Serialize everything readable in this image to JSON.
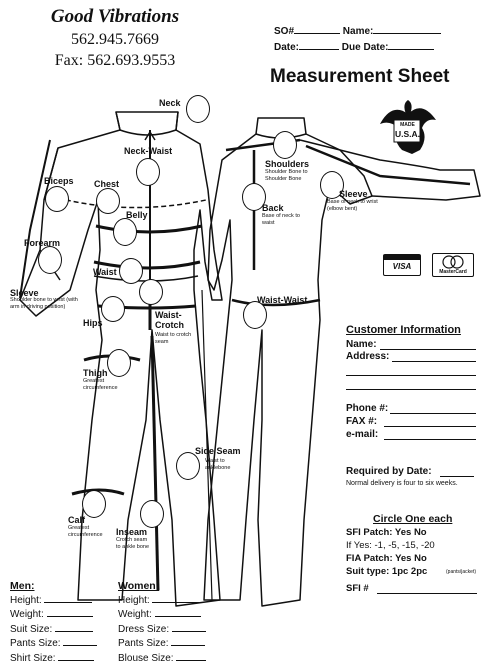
{
  "company": {
    "name": "Good Vibrations",
    "phone": "562.945.7669",
    "fax": "Fax: 562.693.9553"
  },
  "order": {
    "so_label": "SO#",
    "name_label": "Name:",
    "date_label": "Date:",
    "due_label": "Due Date:"
  },
  "title": "Measurement Sheet",
  "badge": {
    "top": "MADE",
    "bottom": "U.S.A."
  },
  "cards": {
    "visa": "VISA",
    "mastercard": "MasterCard"
  },
  "front_labels": {
    "neck": "Neck",
    "neck_waist": "Neck-Waist",
    "biceps": "Biceps",
    "chest": "Chest",
    "belly": "Belly",
    "forearm": "Forearm",
    "waist": "Waist",
    "sleeve": "Sleeve",
    "sleeve_sub": "Shoulder bone to wrist (with arm in driving position)",
    "hips": "Hips",
    "waist_crotch": "Waist-Crotch",
    "waist_crotch_sub": "Waist to crotch seam",
    "thigh": "Thigh",
    "thigh_sub": "Greatest circumference",
    "side_seam": "Side Seam",
    "side_seam_sub": "Waist to anklebone",
    "calf": "Calf",
    "calf_sub": "Greatest circumference",
    "inseam": "Inseam",
    "inseam_sub": "Crotch seam to ankle bone"
  },
  "back_labels": {
    "shoulders": "Shoulders",
    "shoulders_sub": "Shoulder Bone to Shoulder Bone",
    "back": "Back",
    "back_sub": "Base of neck to waist",
    "sleeve": "Sleeve",
    "sleeve_sub": "Base of neck to wrist (elbow bent)",
    "waist_waist": "Waist-Waist"
  },
  "customer": {
    "heading": "Customer Information",
    "name": "Name:",
    "address": "Address:",
    "phone": "Phone #:",
    "fax": "FAX #:",
    "email": "e-mail:",
    "required_by": "Required by Date:",
    "delivery_note": "Normal delivery is four to six weeks."
  },
  "options": {
    "heading": "Circle One each",
    "sfi_patch": "SFI Patch:  Yes   No",
    "if_yes": "If Yes: -1, -5, -15, -20",
    "fia_patch": "FIA Patch:  Yes   No",
    "suit_type": "Suit type:  1pc  2pc",
    "suit_type_note": "(pants/jacket)",
    "sfi_num": "SFI #"
  },
  "men": {
    "heading": "Men:",
    "fields": [
      "Height:",
      "Weight:",
      "Suit Size:",
      "Pants Size:",
      "Shirt Size:"
    ]
  },
  "women": {
    "heading": "Women:",
    "fields": [
      "Height:",
      "Weight:",
      "Dress Size:",
      "Pants Size:",
      "Blouse Size:"
    ]
  }
}
